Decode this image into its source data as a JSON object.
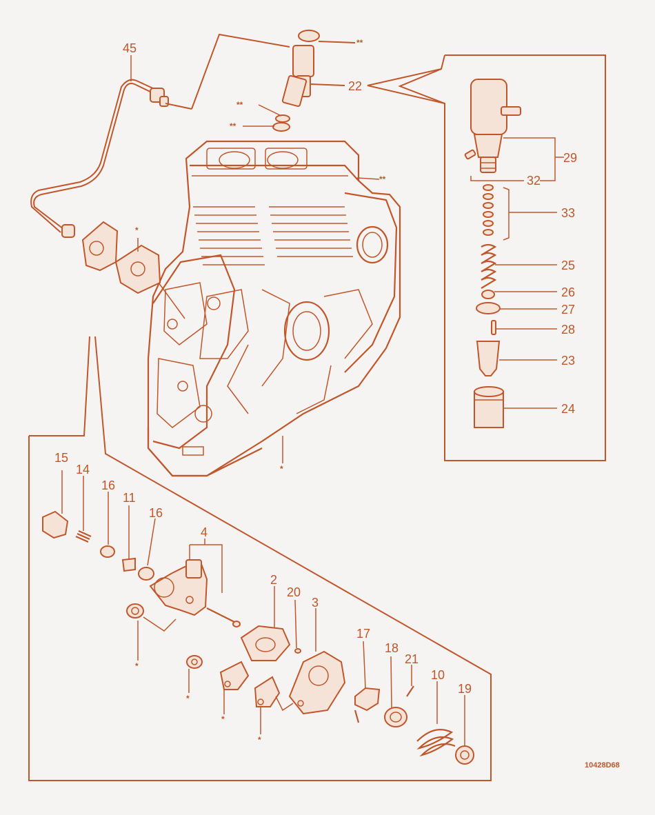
{
  "colors": {
    "ink": "#c0562a",
    "background": "#f6f4f2"
  },
  "drawing_code": "10428D68",
  "labels": {
    "l45": "45",
    "l22": "22",
    "l29": "29",
    "l32": "32",
    "l33": "33",
    "l25": "25",
    "l26": "26",
    "l27": "27",
    "l28": "28",
    "l23": "23",
    "l24": "24",
    "l15": "15",
    "l14": "14",
    "l16a": "16",
    "l11": "11",
    "l16b": "16",
    "l4": "4",
    "l2": "2",
    "l20": "20",
    "l3": "3",
    "l17": "17",
    "l18": "18",
    "l21": "21",
    "l10": "10",
    "l19": "19"
  },
  "markers": {
    "single": "*",
    "double": "**"
  }
}
